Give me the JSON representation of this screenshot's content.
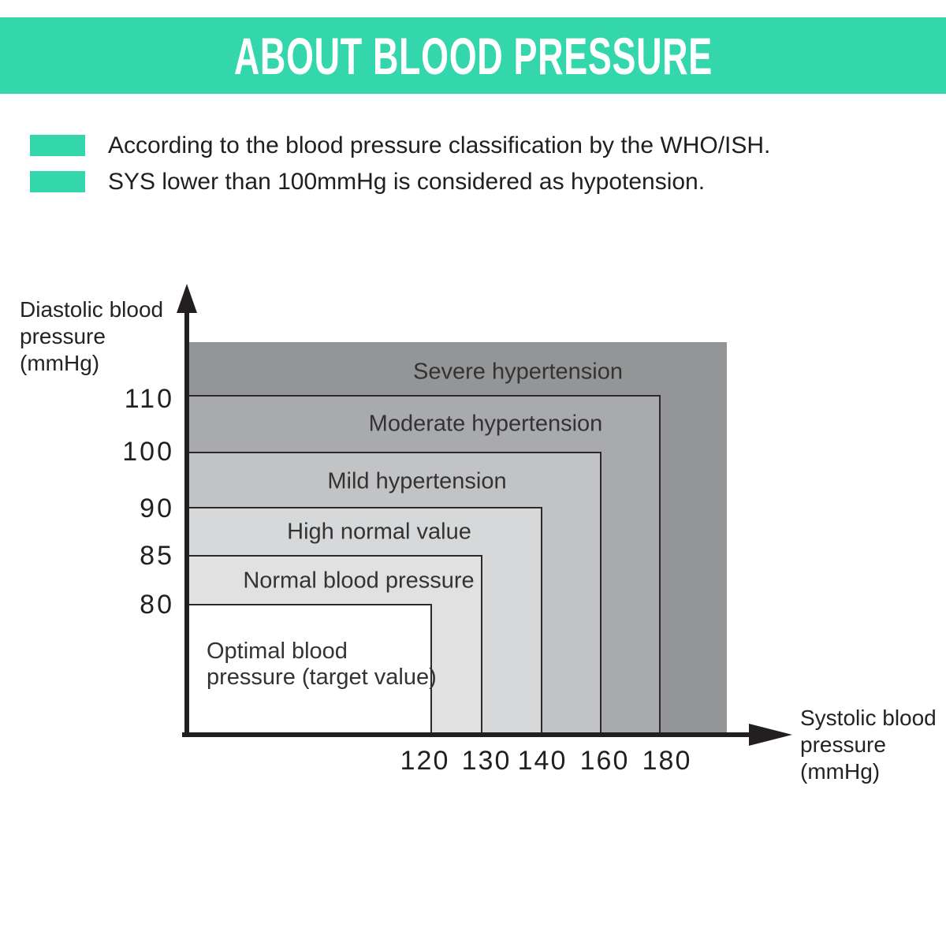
{
  "header": {
    "title": "ABOUT BLOOD PRESSURE",
    "background_color": "#34d7ab",
    "text_color": "#ffffff"
  },
  "notes": {
    "bullet_color": "#34d7ab",
    "items": [
      "According to the blood pressure classification by the WHO/ISH.",
      "SYS lower than 100mmHg is considered as hypotension."
    ]
  },
  "chart_data": {
    "type": "area",
    "title": "",
    "xlabel": "Systolic blood\npressure\n(mmHg)",
    "ylabel": "Diastolic blood\npressure\n(mmHg)",
    "x_ticks": [
      120,
      130,
      140,
      160,
      180
    ],
    "y_ticks": [
      110,
      100,
      90,
      85,
      80
    ],
    "axis_color": "#231f20",
    "tick_label_color": "#231f20",
    "band_label_color": "#333333",
    "band_border_color": "#2b2a29",
    "categories": [
      "Severe hypertension",
      "Moderate hypertension",
      "Mild hypertension",
      "High normal value",
      "Normal blood pressure",
      "Optimal blood pressure (target value)"
    ],
    "bands": [
      {
        "label": "Severe hypertension",
        "systolic_upper": null,
        "diastolic_upper": null,
        "color": "#949597"
      },
      {
        "label": "Moderate hypertension",
        "systolic_upper": 180,
        "diastolic_upper": 110,
        "color": "#a9aaad"
      },
      {
        "label": "Mild hypertension",
        "systolic_upper": 160,
        "diastolic_upper": 100,
        "color": "#c2c3c5"
      },
      {
        "label": "High normal value",
        "systolic_upper": 140,
        "diastolic_upper": 90,
        "color": "#d7d8d9"
      },
      {
        "label": "Normal blood pressure",
        "systolic_upper": 130,
        "diastolic_upper": 85,
        "color": "#e1e1e2"
      },
      {
        "label": "Optimal blood\npressure (target value)",
        "systolic_upper": 120,
        "diastolic_upper": 80,
        "color": "#ffffff"
      }
    ]
  }
}
